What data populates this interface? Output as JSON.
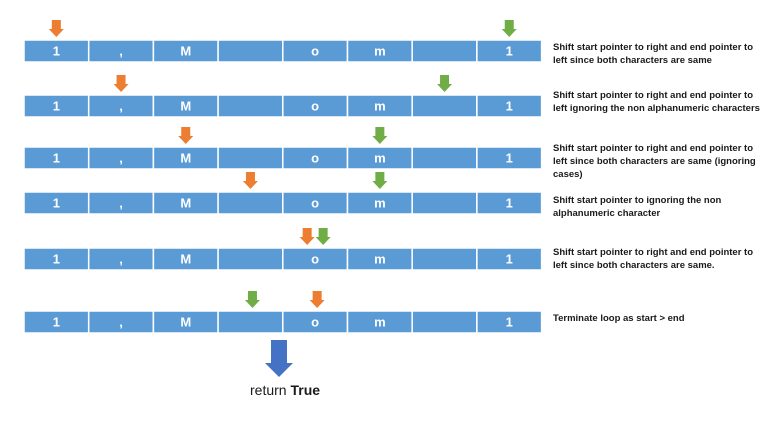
{
  "colors": {
    "cell_fill": "#5b9bd5",
    "cell_border": "#ffffff",
    "start_pointer": "#ed7d31",
    "end_pointer": "#70ad47",
    "return_arrow": "#4472c4",
    "text": "#1a1a1a"
  },
  "cells": [
    "1",
    ",",
    "M",
    "",
    "o",
    "m",
    "",
    "1"
  ],
  "pointer_icons": {
    "start": "down-arrow-orange-icon",
    "end": "down-arrow-green-icon",
    "result": "down-arrow-blue-icon"
  },
  "steps": [
    {
      "start_index": 0,
      "end_index": 7,
      "note": "Shift start pointer to right and end pointer to left since both characters are same"
    },
    {
      "start_index": 1,
      "end_index": 6,
      "note": "Shift start pointer to right and end pointer to left ignoring the non alphanumeric characters"
    },
    {
      "start_index": 2,
      "end_index": 5,
      "note": "Shift start pointer to right and end pointer to left since both characters are same (ignoring cases)"
    },
    {
      "start_index": 3,
      "end_index": 5,
      "note": "Shift start pointer to ignoring the non alphanumeric character"
    },
    {
      "start_index": 4,
      "end_index": 4,
      "note": "Shift start pointer to right and end pointer to left since both characters are same."
    },
    {
      "start_index": 4,
      "end_index": 3,
      "note": "Terminate loop as start > end"
    }
  ],
  "result": {
    "prefix": "return",
    "value": "True"
  }
}
